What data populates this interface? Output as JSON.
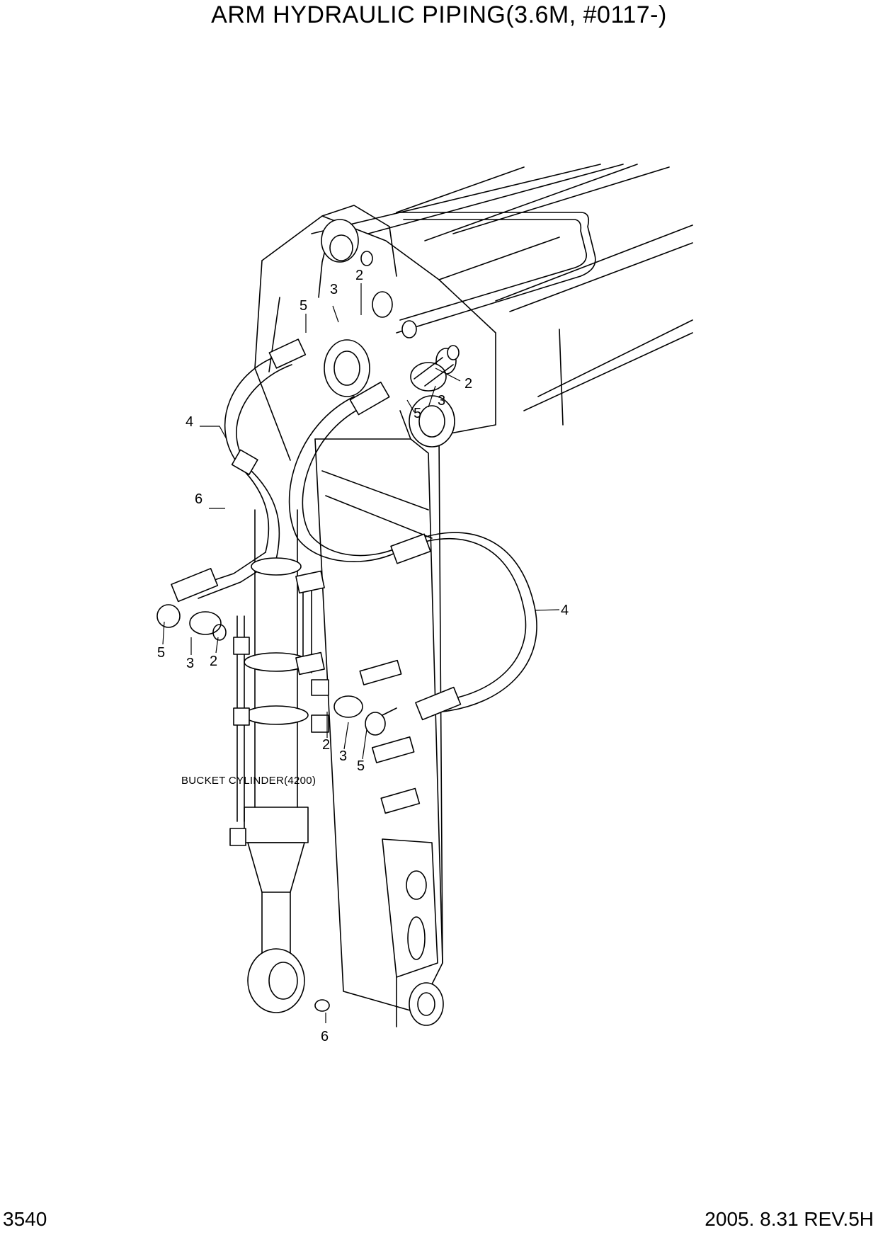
{
  "header": {
    "title": "ARM HYDRAULIC PIPING(3.6M, #0117-)"
  },
  "footer": {
    "page_number": "3540",
    "revision": "2005. 8.31 REV.5H"
  },
  "callouts": {
    "c2a": "2",
    "c3a": "3",
    "c5a": "5",
    "c2b": "2",
    "c3b": "3",
    "c5b": "5",
    "c4a": "4",
    "c6a": "6",
    "c4b": "4",
    "c5c": "5",
    "c3c": "3",
    "c2c": "2",
    "c2d": "2",
    "c3d": "3",
    "c5d": "5",
    "c6b": "6"
  },
  "labels": {
    "bucket_cylinder": "BUCKET CYLINDER(4200)"
  }
}
